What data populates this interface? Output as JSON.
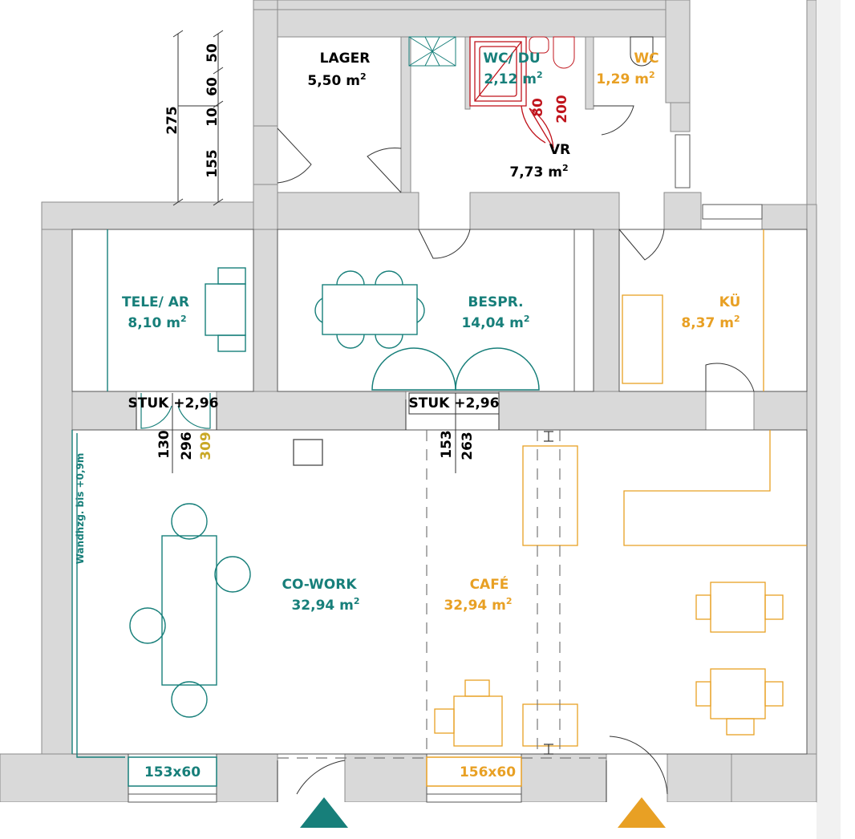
{
  "rooms": {
    "lager": {
      "name": "LAGER",
      "area": "5,50 m",
      "sup": "2"
    },
    "wcdu": {
      "name": "WC/ DU",
      "area": "2,12 m",
      "sup": "2"
    },
    "wc": {
      "name": "WC",
      "area": "1,29 m",
      "sup": "2"
    },
    "vr": {
      "name": "VR",
      "area": "7,73 m",
      "sup": "2"
    },
    "tele": {
      "name": "TELE/ AR",
      "area": "8,10 m",
      "sup": "2"
    },
    "bespr": {
      "name": "BESPR.",
      "area": "14,04 m",
      "sup": "2"
    },
    "kue": {
      "name": "KÜ",
      "area": "8,37 m",
      "sup": "2"
    },
    "cowork": {
      "name": "CO-WORK",
      "area": "32,94 m",
      "sup": "2"
    },
    "cafe": {
      "name": "CAFÉ",
      "area": "32,94 m",
      "sup": "2"
    }
  },
  "dimensions": {
    "d275": "275",
    "d50": "50",
    "d60": "60",
    "d10": "10",
    "d155": "155",
    "d80": "80",
    "d200": "200",
    "stuk_left": "STUK +2,96",
    "stuk_mid": "STUK +2,96",
    "d130": "130",
    "d296": "296",
    "d309": "309",
    "d153": "153",
    "d263": "263",
    "wandhzg": "Wandhzg. bis +0,9m",
    "win_left": "153x60",
    "win_right": "156x60"
  },
  "colors": {
    "teal": "#177f7a",
    "orange": "#e8a024",
    "wall": "#d9d9d9",
    "red": "#c0141c"
  }
}
